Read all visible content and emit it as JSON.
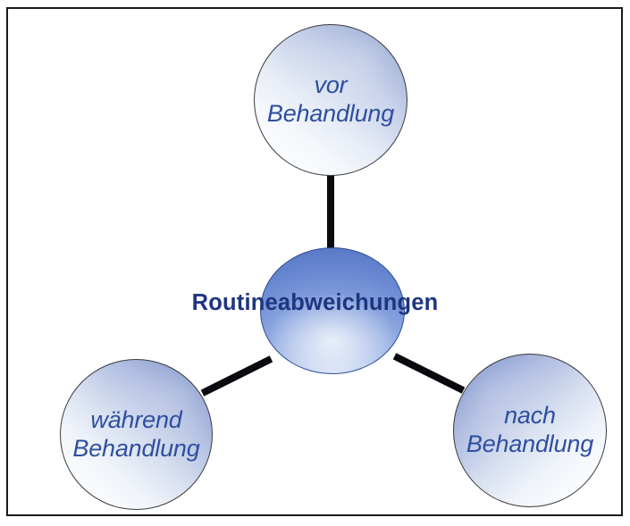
{
  "diagram": {
    "title": "Routineabweichungen",
    "type": "hub-and-spoke",
    "frame": {
      "visible": true,
      "color": "#1a1a1a"
    },
    "colors": {
      "text": "#2e4fa0",
      "center_text": "#1e357f",
      "connector": "#0a0a0e",
      "node_outline": "#3b3b3f",
      "center_fill_light": "#dce6f7",
      "center_fill_dark": "#4f6fc2",
      "background": "#ffffff"
    },
    "center": {
      "id": "center",
      "label": "Routineabweichungen",
      "shape": "sphere"
    },
    "nodes": [
      {
        "id": "vor",
        "label": "vor\nBehandlung",
        "line1": "vor",
        "line2": "Behandlung",
        "position": "top",
        "shape": "circle"
      },
      {
        "id": "waehrend",
        "label": "während\nBehandlung",
        "line1": "während",
        "line2": "Behandlung",
        "position": "bottom-left",
        "shape": "circle"
      },
      {
        "id": "nach",
        "label": "nach\nBehandlung",
        "line1": "nach",
        "line2": "Behandlung",
        "position": "bottom-right",
        "shape": "circle"
      }
    ],
    "connectors": [
      {
        "id": "top",
        "from": "center",
        "to": "vor",
        "style": "solid-thick-black"
      },
      {
        "id": "left",
        "from": "center",
        "to": "waehrend",
        "style": "solid-thick-black"
      },
      {
        "id": "right",
        "from": "center",
        "to": "nach",
        "style": "solid-thick-black"
      }
    ]
  }
}
